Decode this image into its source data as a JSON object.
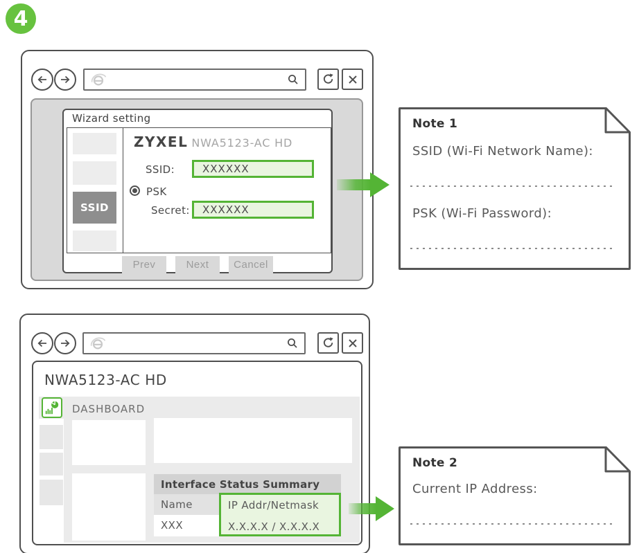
{
  "step": {
    "label": "4"
  },
  "colors": {
    "accent_green": "#54b435",
    "badge_green": "#67c23f",
    "highlight_fill": "#e9f5e0",
    "border_ink": "#4f4f4f"
  },
  "icons": {
    "back": "arrow-left",
    "forward": "arrow-right",
    "browser": "ie-logo",
    "search": "magnifier",
    "refresh": "circular-arrow",
    "close": "x",
    "dashboard": "pie-and-bar-chart",
    "note_corner": "folded-page-corner",
    "pointer": "green-right-arrow"
  },
  "browser1": {
    "address_value": "",
    "wizard": {
      "panel_title": "Wizard setting",
      "brand": "ZYXEL",
      "model": "NWA5123-AC HD",
      "sidebar": {
        "active_step": "SSID"
      },
      "fields": {
        "ssid_label": "SSID:",
        "ssid_value": "XXXXXX",
        "psk_radio_label": "PSK",
        "psk_radio_selected": true,
        "secret_label": "Secret:",
        "secret_value": "XXXXXX"
      },
      "buttons": {
        "prev": "Prev",
        "next": "Next",
        "cancel": "Cancel"
      }
    }
  },
  "note1": {
    "title": "Note 1",
    "field1_label": "SSID (Wi-Fi Network Name):",
    "field2_label": "PSK (Wi-Fi Password):"
  },
  "browser2": {
    "address_value": "",
    "page_title": "NWA5123-AC HD",
    "menu": {
      "dashboard_label": "DASHBOARD"
    },
    "interface_table": {
      "title": "Interface Status Summary",
      "columns": [
        "Name",
        "IP Addr/Netmask"
      ],
      "rows": [
        {
          "name": "XXX",
          "ip_addr_netmask": "X.X.X.X / X.X.X.X"
        }
      ]
    }
  },
  "note2": {
    "title": "Note 2",
    "field1_label": "Current IP Address:"
  }
}
